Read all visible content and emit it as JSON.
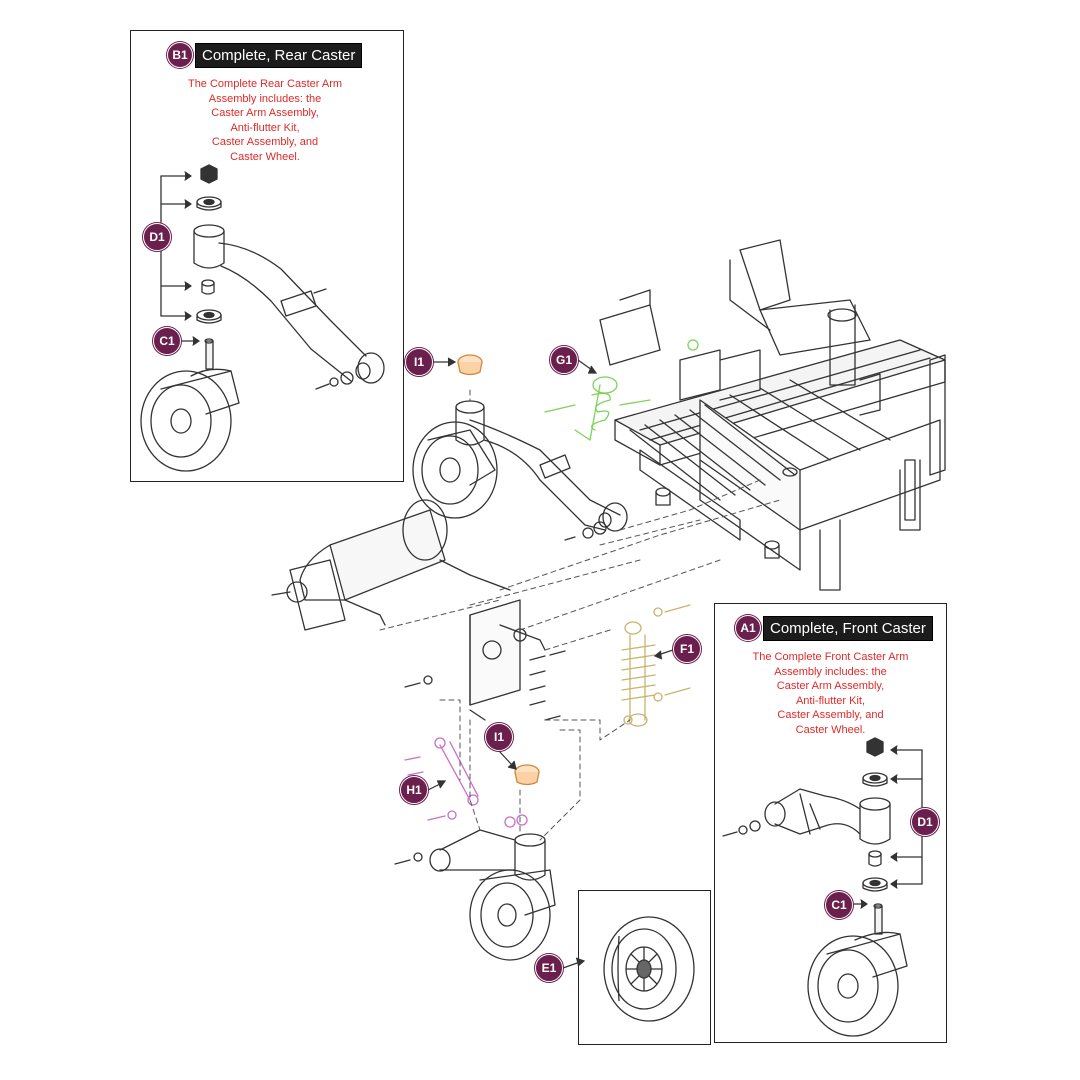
{
  "rear_box": {
    "badge": "B1",
    "title": "Complete, Rear Caster",
    "note": [
      "The Complete Rear Caster Arm",
      "Assembly includes: the",
      "Caster Arm Assembly,",
      "Anti-flutter Kit,",
      "Caster Assembly, and",
      "Caster Wheel."
    ]
  },
  "front_box": {
    "badge": "A1",
    "title": "Complete, Front Caster",
    "note": [
      "The Complete Front Caster Arm",
      "Assembly includes: the",
      "Caster Arm Assembly,",
      "Anti-flutter Kit,",
      "Caster Assembly, and",
      "Caster Wheel."
    ]
  },
  "callouts": {
    "d1_rear": "D1",
    "c1_rear": "C1",
    "i1_top": "I1",
    "g1": "G1",
    "f1": "F1",
    "i1_bottom": "I1",
    "h1": "H1",
    "e1": "E1",
    "d1_front": "D1",
    "c1_front": "C1"
  },
  "colors": {
    "callout": "#6b1f4d",
    "note_text": "#e02a2a",
    "g1_part": "#7dd35a",
    "f1_part": "#e8d9a0",
    "h1_part": "#c86fc9",
    "i1_part": "#f5a65b"
  }
}
